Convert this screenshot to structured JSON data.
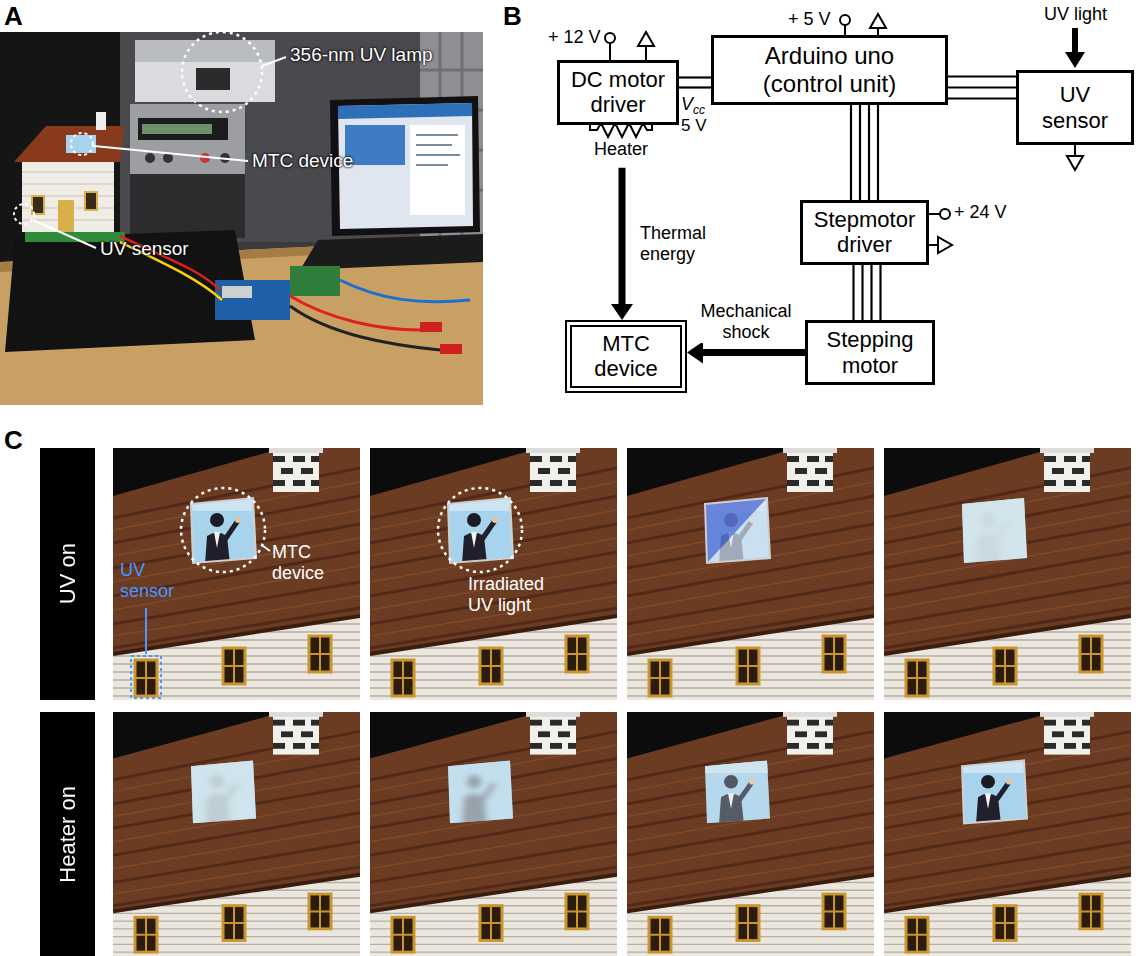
{
  "diagram": {
    "nodes": [
      {
        "text": [
          "DC motor driver"
        ]
      },
      {
        "text": [
          "Arduino uno (control unit)"
        ]
      },
      {
        "text": [
          "UV sensor"
        ]
      },
      {
        "text": [
          "Stepmotor driver"
        ]
      },
      {
        "text": [
          "MTC device"
        ]
      },
      {
        "text": [
          "Stepping motor"
        ]
      },
      {
        "text": [
          "UV on"
        ]
      },
      {
        "text": [
          "Heater on"
        ]
      }
    ],
    "edges": [
      {
        "from": 1,
        "to": 0,
        "arrow": "none"
      },
      {
        "from": 1,
        "to": 2,
        "arrow": "none"
      },
      {
        "from": 1,
        "to": 3,
        "arrow": "none"
      },
      {
        "from": 3,
        "to": 5,
        "arrow": "none"
      },
      {
        "from": 5,
        "to": 4,
        "label": "Mechanical shock",
        "arrow": "to"
      },
      {
        "from": 0,
        "to": 4,
        "label": "Thermal energy",
        "arrow": "to"
      }
    ],
    "labels": [
      "A",
      "356-nm UV lamp",
      "MTC device",
      "UV sensor",
      "B",
      "+ 12 V",
      "+ 5 V",
      "UV light",
      "Heater",
      "V",
      "cc",
      "5 V",
      "+ 24 V",
      "C",
      "UV sensor",
      "MTC device",
      "Irradiated UV light"
    ]
  }
}
